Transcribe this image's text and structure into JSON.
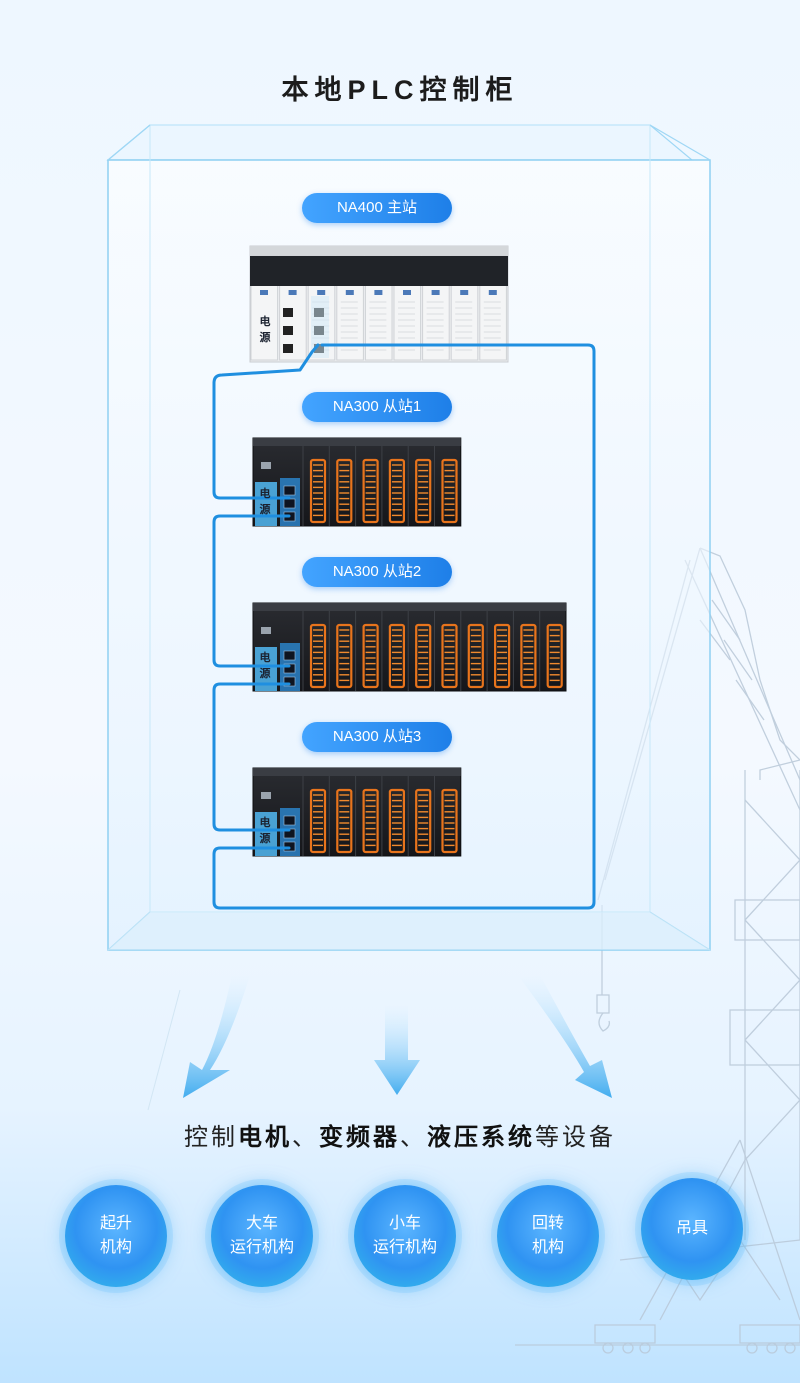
{
  "title": "本地PLC控制柜",
  "master": {
    "label": "NA400 主站",
    "power_label": [
      "电",
      "源"
    ]
  },
  "slaves": [
    {
      "label": "NA300 从站1",
      "power_label": [
        "电",
        "源"
      ]
    },
    {
      "label": "NA300 从站2",
      "power_label": [
        "电",
        "源"
      ]
    },
    {
      "label": "NA300 从站3",
      "power_label": [
        "电",
        "源"
      ]
    }
  ],
  "caption": {
    "prefix": "控制",
    "part1": "电机",
    "sep1": "、",
    "part2": "变频器",
    "sep2": "、",
    "part3": "液压系统",
    "suffix": "等设备"
  },
  "mechanisms": [
    {
      "line1": "起升",
      "line2": "机构"
    },
    {
      "line1": "大车",
      "line2": "运行机构"
    },
    {
      "line1": "小车",
      "line2": "运行机构"
    },
    {
      "line1": "回转",
      "line2": "机构"
    },
    {
      "line1": "吊具",
      "line2": ""
    }
  ],
  "colors": {
    "accent": "#1e7fe8",
    "cable": "#1f8fe0",
    "orange_io": "#e8741c"
  }
}
